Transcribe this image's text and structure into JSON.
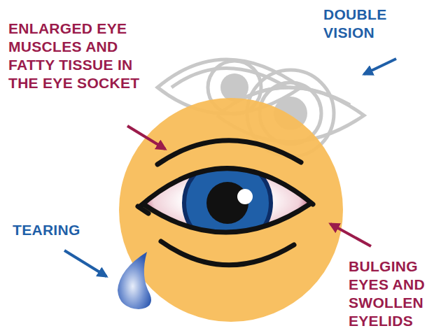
{
  "diagram": {
    "labels": [
      "ENLARGED EYE MUSCLES AND FATTY TISSUE IN THE EYE SOCKET",
      "DOUBLE VISION",
      "TEARING",
      "BULGING EYES AND SWOLLEN EYELIDS"
    ]
  }
}
